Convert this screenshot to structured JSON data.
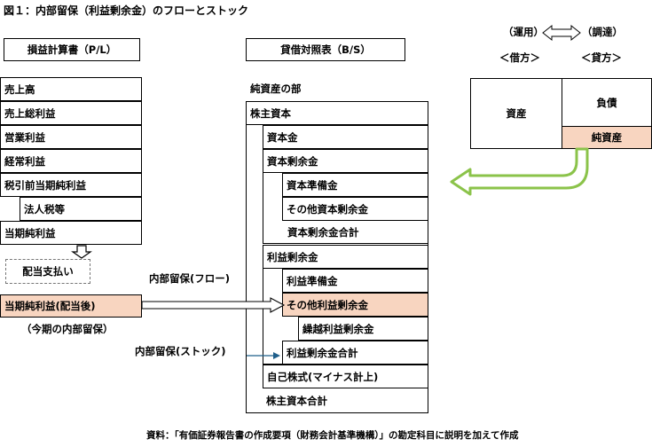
{
  "title": "図１：内部留保（利益剰余金）のフローとストック",
  "pl": {
    "header": "損益計算書（P/L）",
    "rows": [
      "売上高",
      "売上総利益",
      "営業利益",
      "経常利益",
      "税引前当期純利益",
      "法人税等",
      "当期純利益"
    ],
    "dividend": "配当支払い",
    "after_dividend": "当期純利益(配当後)",
    "retained_this_period": "（今期の内部留保）"
  },
  "bs": {
    "header": "貸借対照表（B/S）",
    "net_assets_section": "純資産の部",
    "shareholders_equity": "株主資本",
    "capital": "資本金",
    "capital_surplus": "資本剰余金",
    "capital_reserve": "資本準備金",
    "other_capital_surplus": "その他資本剰余金",
    "capital_surplus_total": "資本剰余金合計",
    "retained_earnings": "利益剰余金",
    "legal_retained_reserve": "利益準備金",
    "other_retained_earnings": "その他利益剰余金",
    "retained_brought_forward": "繰越利益剰余金",
    "retained_earnings_total": "利益剰余金合計",
    "treasury_stock": "自己株式(マイナス計上)",
    "shareholders_equity_total": "株主資本合計"
  },
  "legend": {
    "use": "（運用）",
    "procure": "（調達）",
    "debit": "＜借方＞",
    "credit": "＜貸方＞"
  },
  "balance": {
    "assets": "資産",
    "liabilities": "負債",
    "net_assets": "純資産"
  },
  "labels": {
    "flow": "内部留保(フロー)",
    "stock": "内部留保(ストック)"
  },
  "source": "資料：「有価証券報告書の作成要項（財務会計基準機構）」の勘定科目に説明を加えて作成",
  "colors": {
    "highlight": "#f8d5c0",
    "arrow_green": "#8bc34a",
    "arrow_blue": "#1f5f8b"
  }
}
